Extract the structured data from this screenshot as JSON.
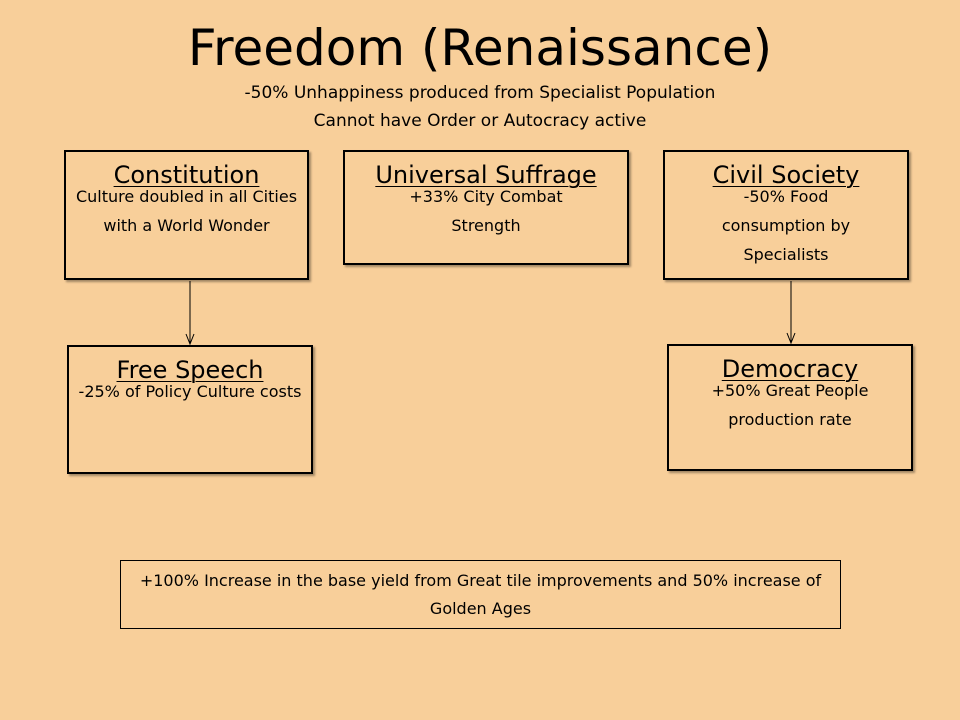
{
  "title": "Freedom (Renaissance)",
  "subtitle_line1": "-50% Unhappiness produced from Specialist Population",
  "subtitle_line2": "Cannot have Order or Autocracy active",
  "policies": {
    "constitution": {
      "name": "Constitution",
      "effect": "Culture doubled in all Cities with a World Wonder"
    },
    "universal_suffrage": {
      "name": "Universal Suffrage",
      "effect": "+33% City Combat Strength"
    },
    "civil_society": {
      "name": "Civil Society",
      "effect": "-50% Food consumption by Specialists"
    },
    "free_speech": {
      "name": "Free Speech",
      "effect": "-25% of Policy Culture costs"
    },
    "democracy": {
      "name": "Democracy",
      "effect": "+50% Great People production rate"
    }
  },
  "connections": [
    {
      "from": "Constitution",
      "to": "Free Speech"
    },
    {
      "from": "Civil Society",
      "to": "Democracy"
    }
  ],
  "completion_bonus": "+100% Increase in the base yield from Great tile improvements and 50% increase of Golden Ages",
  "colors": {
    "background": "#f8cf9a",
    "border": "#000000"
  }
}
